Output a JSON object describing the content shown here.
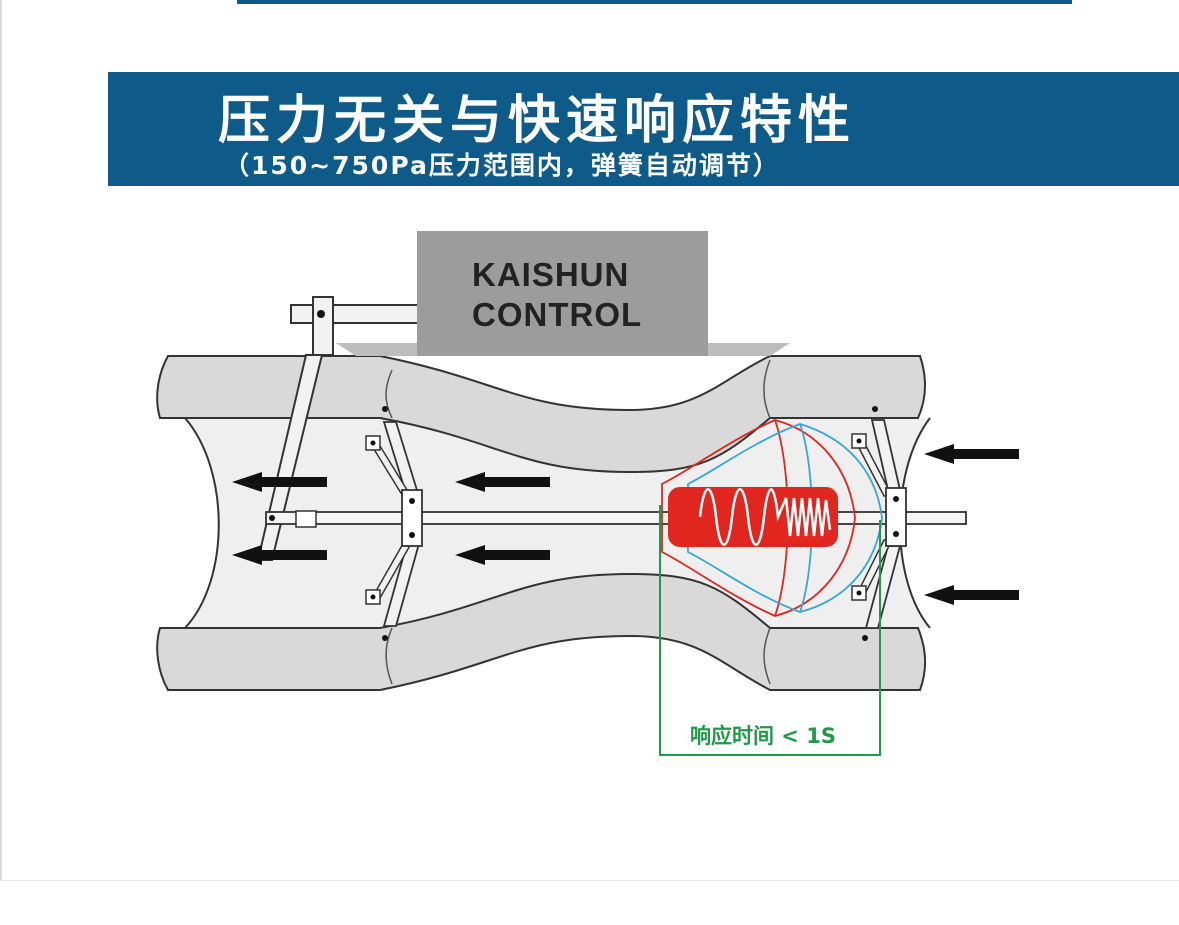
{
  "banner": {
    "title": "压力无关与快速响应特性",
    "subtitle": "（150~750Pa压力范围内，弹簧自动调节）"
  },
  "logo": {
    "line1": "KAISHUN",
    "line2": "CONTROL"
  },
  "response_label": "响应时间 < 1S",
  "colors": {
    "banner": "#0e5a89",
    "duct": "#d9d9d9",
    "interior": "#efefef",
    "cone_red": "#e0261f",
    "cone_blue": "#39a6d6",
    "response_box": "#1f9a46",
    "arrow": "#111111"
  }
}
